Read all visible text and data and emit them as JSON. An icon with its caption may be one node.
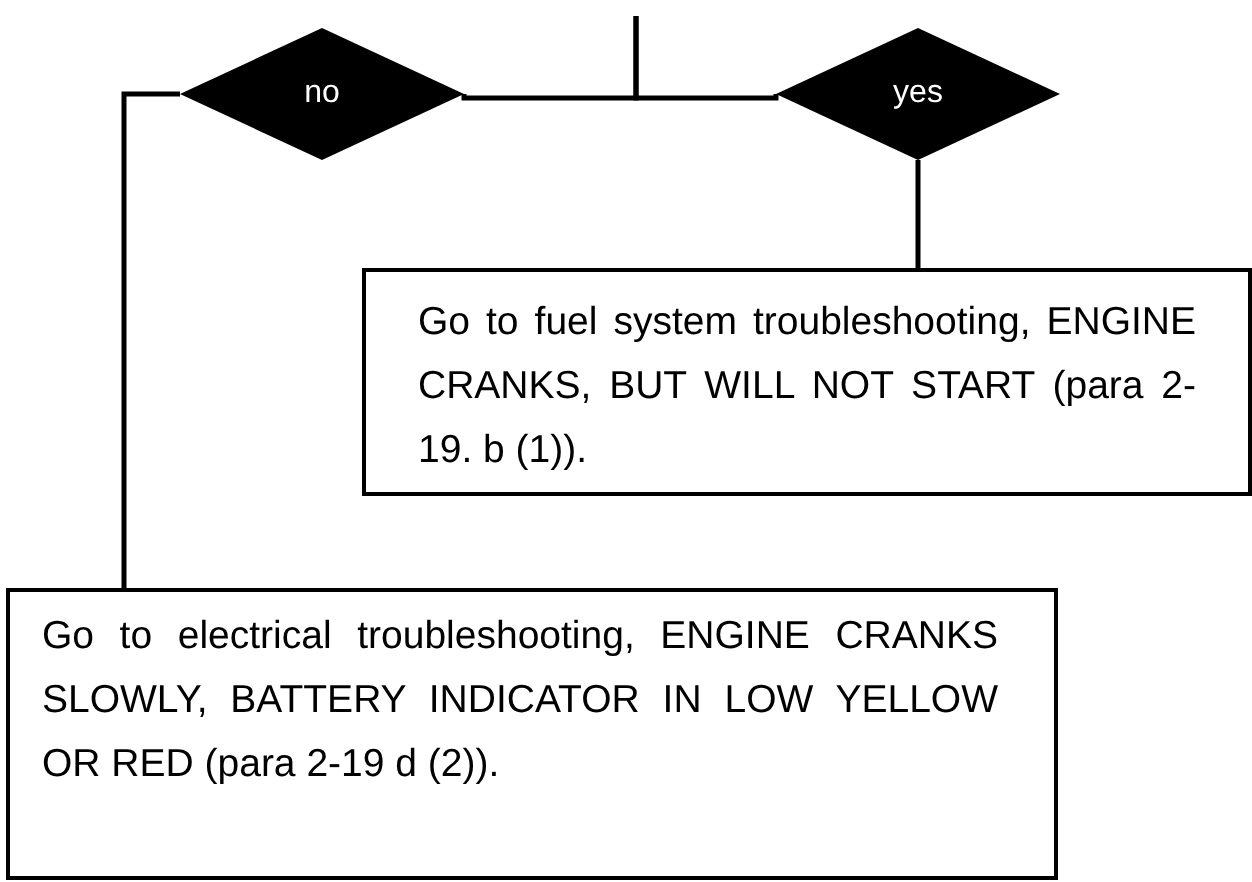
{
  "diagram": {
    "nodes": [
      {
        "text": [
          "no"
        ]
      },
      {
        "text": [
          "yes"
        ]
      },
      {
        "text": [
          "Go to fuel system troubleshooting, ENGINE CRANKS, BUT WILL NOT START (para 2-19. b (1))."
        ]
      },
      {
        "text": [
          "Go to electrical troubleshooting, ENGINE CRANKS SLOWLY, BATTERY INDICATOR IN LOW YELLOW OR RED (para 2-19 d (2))."
        ]
      }
    ],
    "edges": [
      {
        "from": null,
        "to": 0,
        "arrow": "none"
      },
      {
        "from": null,
        "to": 1,
        "arrow": "none"
      },
      {
        "from": 1,
        "to": 2,
        "arrow": "none"
      },
      {
        "from": 0,
        "to": 3,
        "arrow": "none"
      }
    ]
  }
}
